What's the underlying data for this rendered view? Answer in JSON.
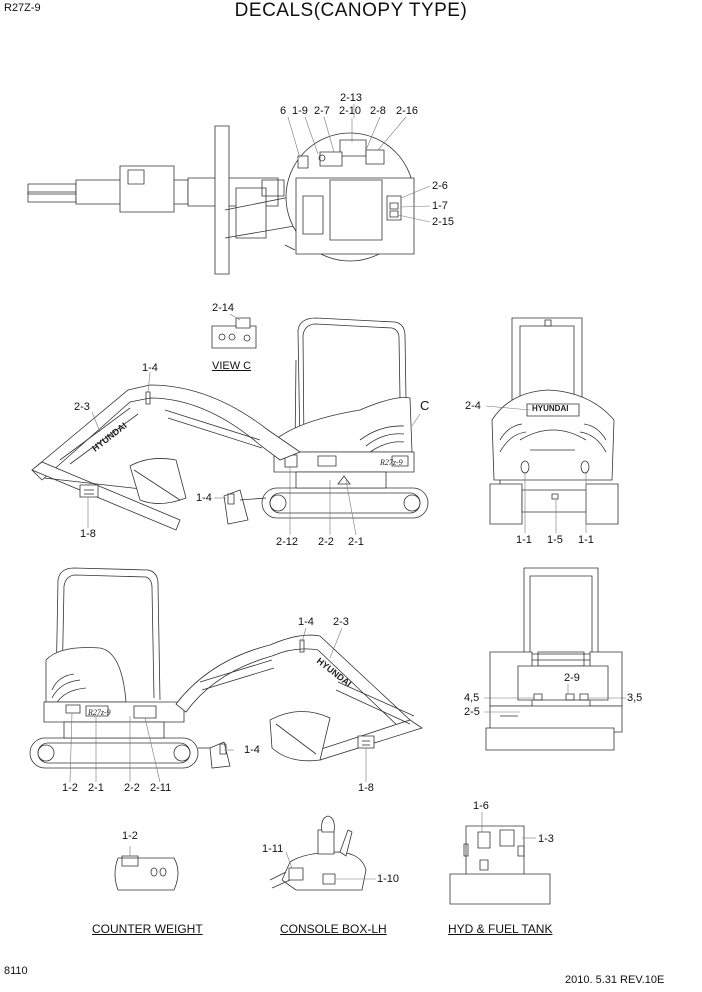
{
  "header": {
    "model": "R27Z-9",
    "title": "DECALS(CANOPY TYPE)",
    "page": "8110",
    "revision": "2010. 5.31  REV.10E"
  },
  "views": {
    "view_c": "VIEW C",
    "counter_weight": "COUNTER WEIGHT",
    "console_box": "CONSOLE BOX-LH",
    "hyd_fuel_tank": "HYD & FUEL TANK",
    "callout_c": "C"
  },
  "top_view": {
    "l_2_13": "2-13",
    "l_6": "6",
    "l_1_9": "1-9",
    "l_2_7": "2-7",
    "l_2_10": "2-10",
    "l_2_8": "2-8",
    "l_2_16": "2-16",
    "l_2_6": "2-6",
    "l_1_7": "1-7",
    "l_2_15": "2-15"
  },
  "left_side": {
    "l_2_14": "2-14",
    "l_1_4": "1-4",
    "l_2_3": "2-3",
    "l_1_4b": "1-4",
    "l_1_8": "1-8",
    "l_2_12": "2-12",
    "l_2_2": "2-2",
    "l_2_1": "2-1"
  },
  "rear_view": {
    "l_2_4": "2-4",
    "l_1_1a": "1-1",
    "l_1_5": "1-5",
    "l_1_1b": "1-1"
  },
  "right_side": {
    "l_1_4": "1-4",
    "l_2_3": "2-3",
    "l_1_4b": "1-4",
    "l_1_2": "1-2",
    "l_2_1": "2-1",
    "l_2_2": "2-2",
    "l_2_11": "2-11",
    "l_1_8": "1-8"
  },
  "front_view": {
    "l_2_9": "2-9",
    "l_4_5": "4,5",
    "l_3_5": "3,5",
    "l_2_5": "2-5"
  },
  "details": {
    "l_1_2": "1-2",
    "l_1_11": "1-11",
    "l_1_10": "1-10",
    "l_1_6": "1-6",
    "l_1_3": "1-3"
  },
  "decal_text": {
    "brand": "HYUNDAI",
    "model_badge": "R27z-9"
  }
}
